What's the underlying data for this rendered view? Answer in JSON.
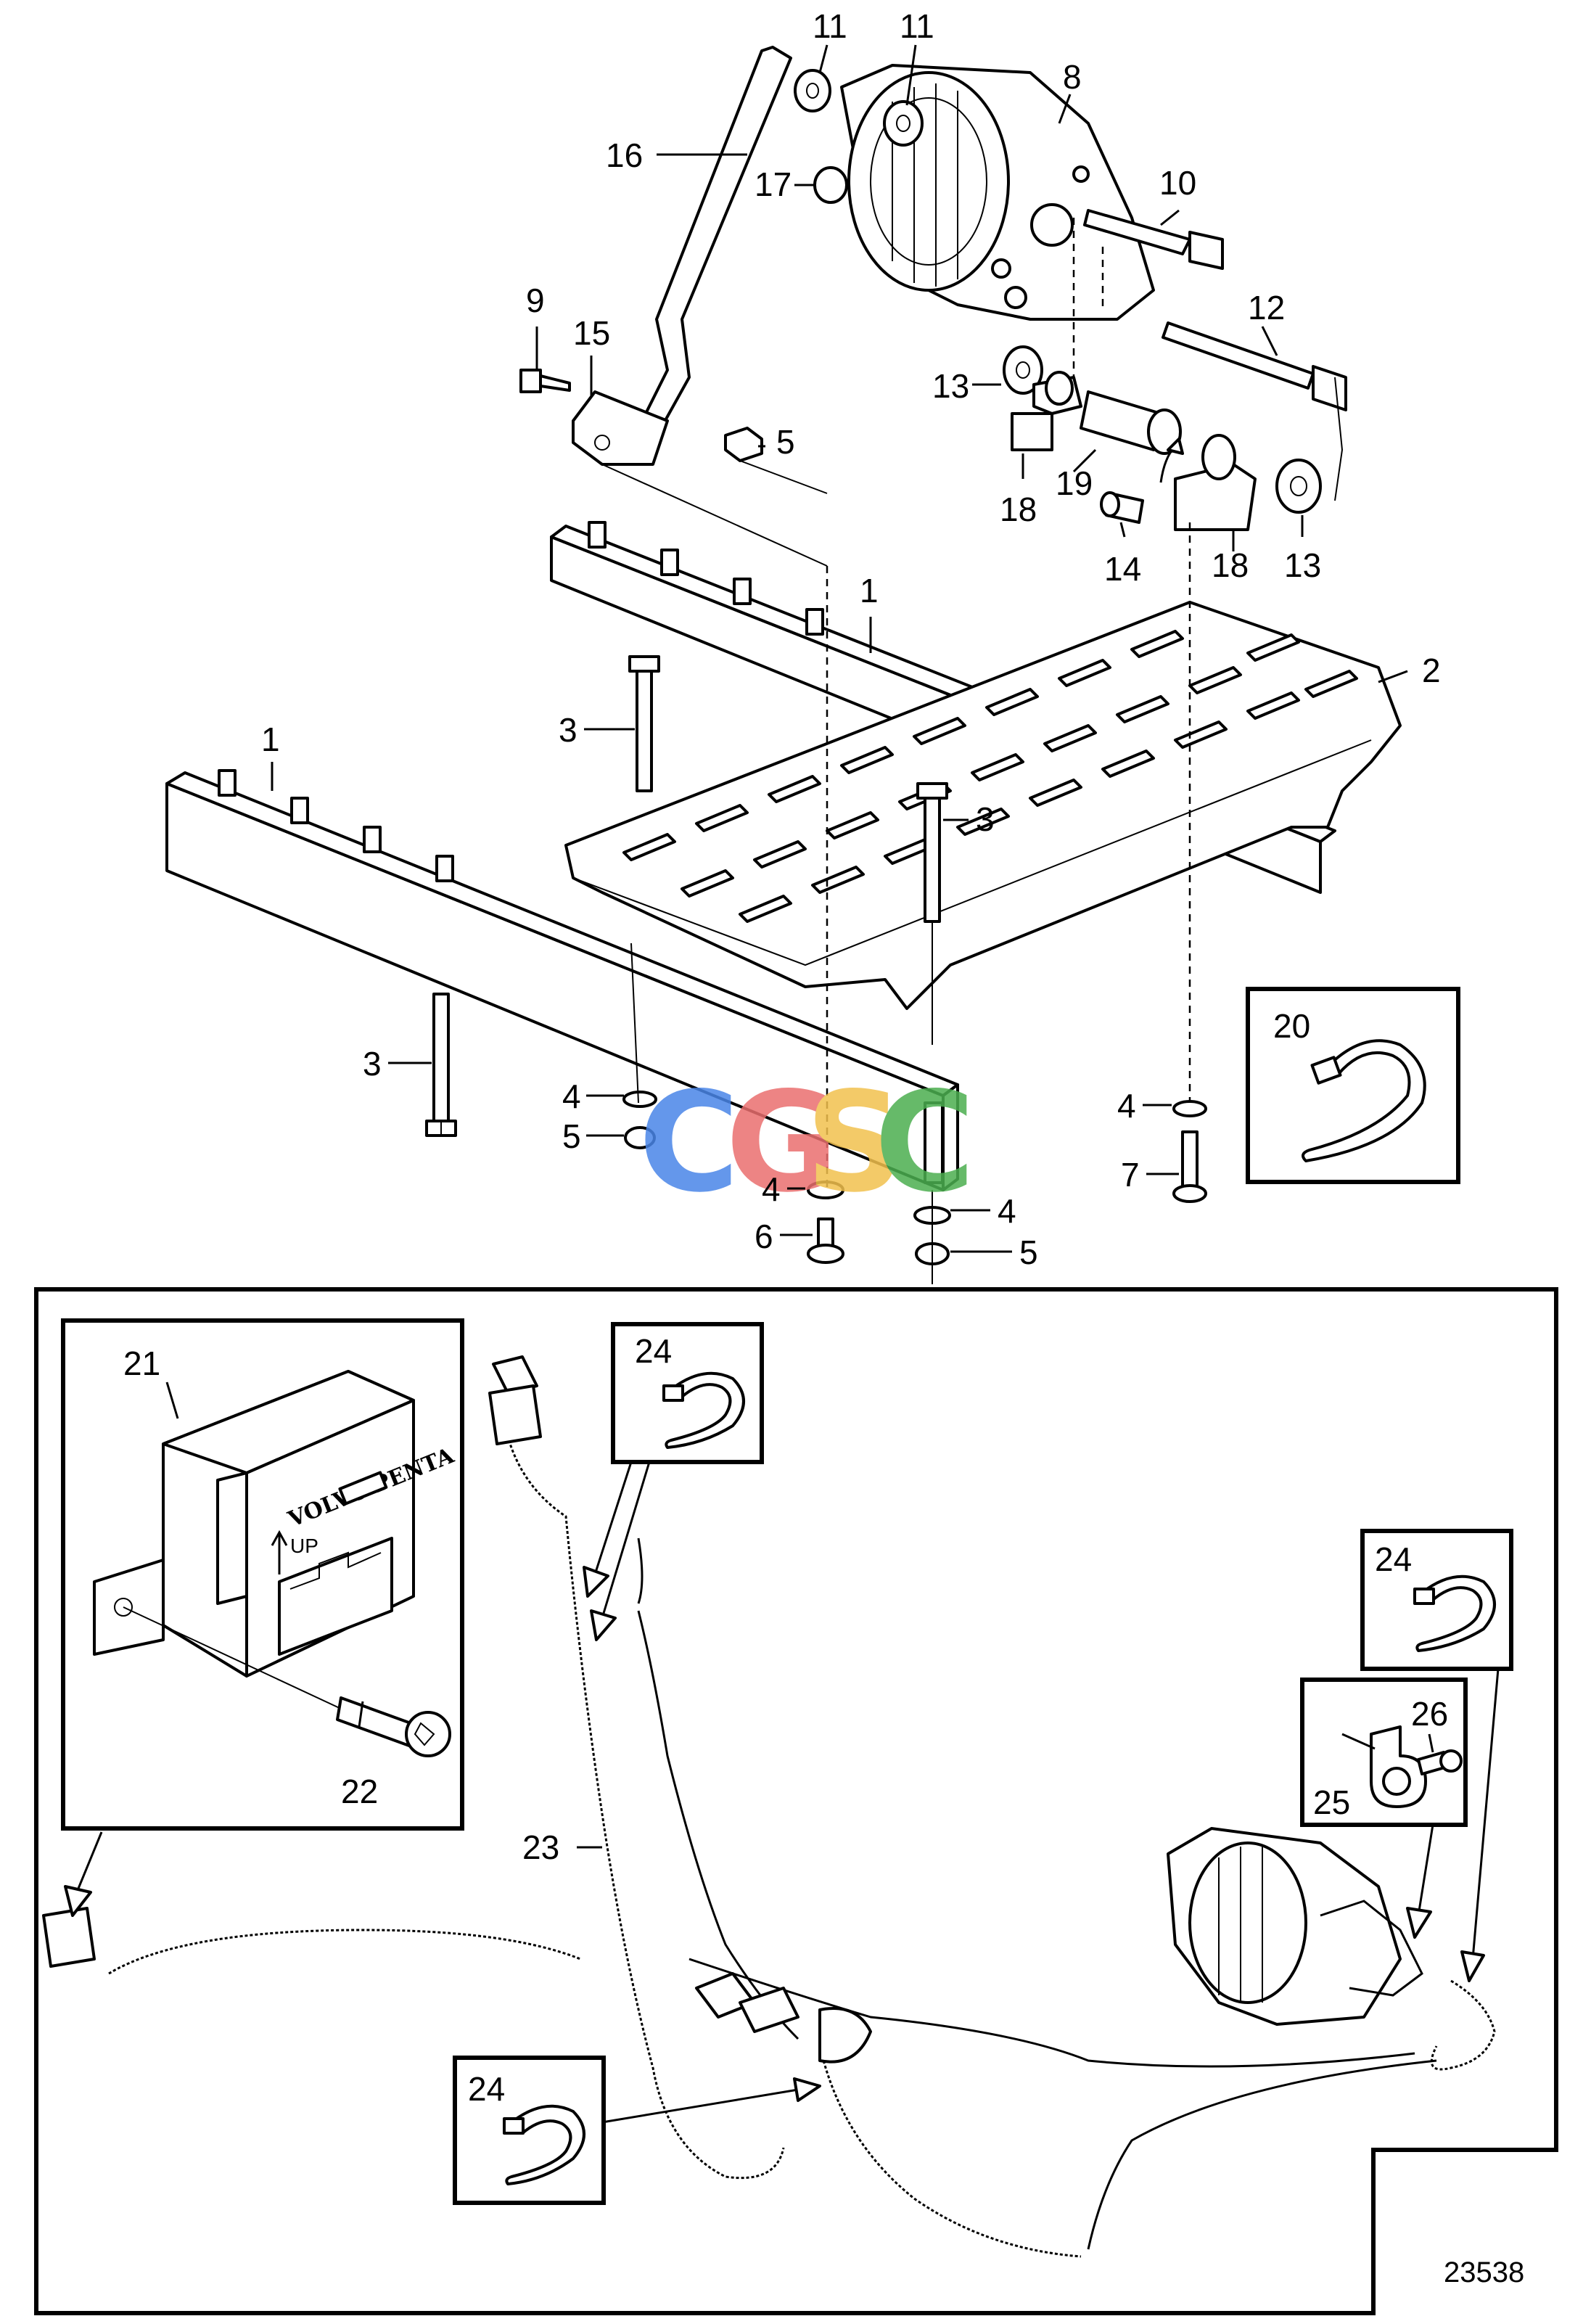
{
  "figure_number": "23538",
  "watermark": [
    "C",
    "G",
    "S",
    "C"
  ],
  "colors": {
    "wm_c1": "#4a86e8",
    "wm_g": "#ea6f6f",
    "wm_s": "#f2c14e",
    "wm_c2": "#4caf50"
  },
  "module_brand": "VOLVO PENTA",
  "module_orientation": "UP",
  "callouts": [
    {
      "id": "c11a",
      "text": "11"
    },
    {
      "id": "c11b",
      "text": "11"
    },
    {
      "id": "c8",
      "text": "8"
    },
    {
      "id": "c16",
      "text": "16"
    },
    {
      "id": "c17",
      "text": "17"
    },
    {
      "id": "c10",
      "text": "10"
    },
    {
      "id": "c9",
      "text": "9"
    },
    {
      "id": "c15",
      "text": "15"
    },
    {
      "id": "c12",
      "text": "12"
    },
    {
      "id": "c13a",
      "text": "13"
    },
    {
      "id": "c5a",
      "text": "5"
    },
    {
      "id": "c18a",
      "text": "18"
    },
    {
      "id": "c19",
      "text": "19"
    },
    {
      "id": "c14",
      "text": "14"
    },
    {
      "id": "c18b",
      "text": "18"
    },
    {
      "id": "c13b",
      "text": "13"
    },
    {
      "id": "c1a",
      "text": "1"
    },
    {
      "id": "c2",
      "text": "2"
    },
    {
      "id": "c3a",
      "text": "3"
    },
    {
      "id": "c1b",
      "text": "1"
    },
    {
      "id": "c3b",
      "text": "3"
    },
    {
      "id": "c20",
      "text": "20"
    },
    {
      "id": "c3c",
      "text": "3"
    },
    {
      "id": "c4a",
      "text": "4"
    },
    {
      "id": "c5b",
      "text": "5"
    },
    {
      "id": "c4b",
      "text": "4"
    },
    {
      "id": "c4c",
      "text": "4"
    },
    {
      "id": "c7",
      "text": "7"
    },
    {
      "id": "c6",
      "text": "6"
    },
    {
      "id": "c4d",
      "text": "4"
    },
    {
      "id": "c5c",
      "text": "5"
    },
    {
      "id": "c21",
      "text": "21"
    },
    {
      "id": "c24a",
      "text": "24"
    },
    {
      "id": "c24b",
      "text": "24"
    },
    {
      "id": "c26",
      "text": "26"
    },
    {
      "id": "c25",
      "text": "25"
    },
    {
      "id": "c22",
      "text": "22"
    },
    {
      "id": "c23",
      "text": "23"
    },
    {
      "id": "c24c",
      "text": "24"
    }
  ]
}
